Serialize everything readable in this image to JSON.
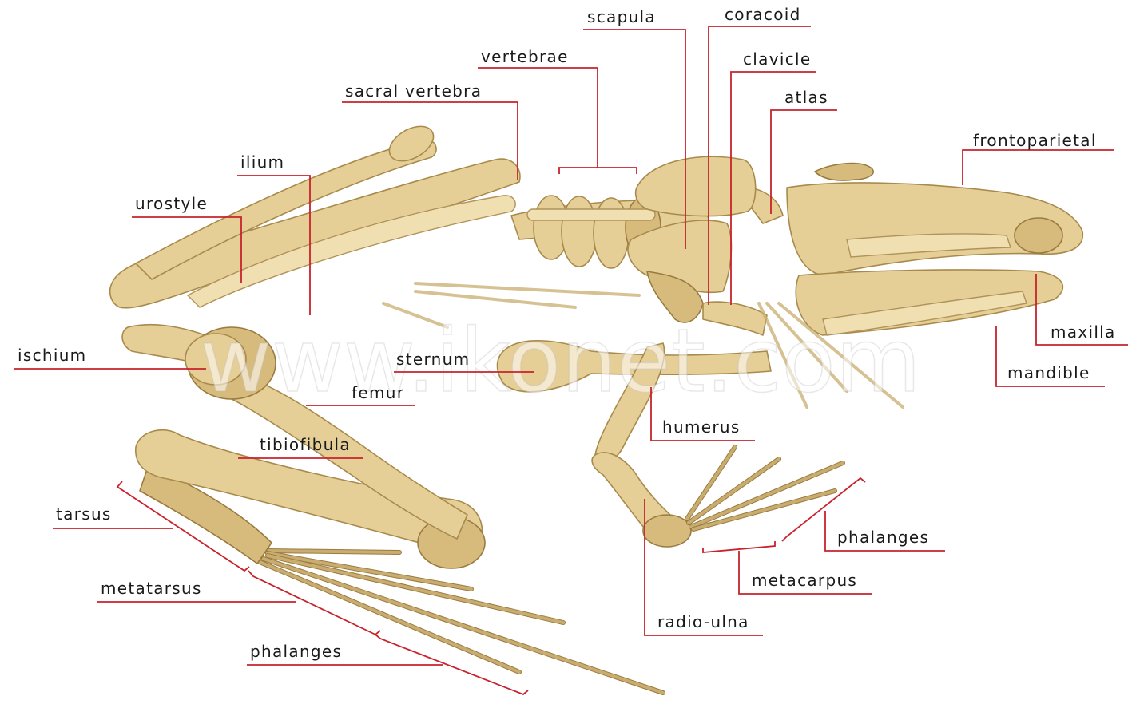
{
  "diagram": {
    "labels": {
      "scapula": "scapula",
      "coracoid": "coracoid",
      "vertebrae": "vertebrae",
      "clavicle": "clavicle",
      "sacral_vertebra": "sacral vertebra",
      "atlas": "atlas",
      "frontoparietal": "frontoparietal",
      "ilium": "ilium",
      "urostyle": "urostyle",
      "maxilla": "maxilla",
      "ischium": "ischium",
      "sternum": "sternum",
      "mandible": "mandible",
      "femur": "femur",
      "humerus": "humerus",
      "tibiofibula": "tibiofibula",
      "tarsus": "tarsus",
      "phalanges_hand": "phalanges",
      "metacarpus": "metacarpus",
      "metatarsus": "metatarsus",
      "radio_ulna": "radio-ulna",
      "phalanges_foot": "phalanges"
    },
    "watermark": "www.ikonet.com",
    "colors": {
      "bone": "#e6cf96",
      "leader_line": "#c8232c",
      "text": "#1a1a1a"
    }
  }
}
